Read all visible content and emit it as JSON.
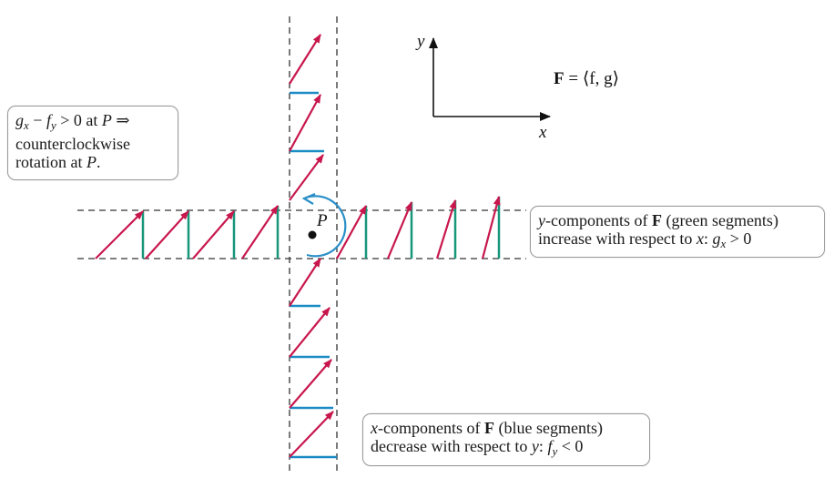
{
  "colors": {
    "arrow": "#c8174d",
    "green": "#17967a",
    "blue": "#1a8bc4",
    "dash": "#333333",
    "circle": "#2a8fc8"
  },
  "axes": {
    "x_label": "x",
    "y_label": "y"
  },
  "field_def": {
    "bold": "F",
    "rest": " = ⟨f, g⟩"
  },
  "point_label": "P",
  "box_left": {
    "l1_g": "g",
    "l1_gs": "x",
    "l1_minus": " − ",
    "l1_f": "f",
    "l1_fs": "y",
    "l1_rest": " > 0 at ",
    "l1_p": "P",
    "l1_arrow": " ⇒",
    "l2": "counterclockwise",
    "l3_a": "rotation at ",
    "l3_p": "P",
    "l3_b": "."
  },
  "box_right": {
    "l1_y": "y",
    "l1_a": "-components of ",
    "l1_F": "F",
    "l1_b": " (green segments)",
    "l2_a": "increase with respect to ",
    "l2_x": "x",
    "l2_c": ": ",
    "l2_g": "g",
    "l2_gs": "x",
    "l2_d": " > 0"
  },
  "box_bottom": {
    "l1_x": "x",
    "l1_a": "-components of ",
    "l1_F": "F",
    "l1_b": " (blue segments)",
    "l2_a": "decrease with respect to ",
    "l2_y": "y",
    "l2_c": ": ",
    "l2_f": "f",
    "l2_fs": "y",
    "l2_d": " < 0"
  }
}
